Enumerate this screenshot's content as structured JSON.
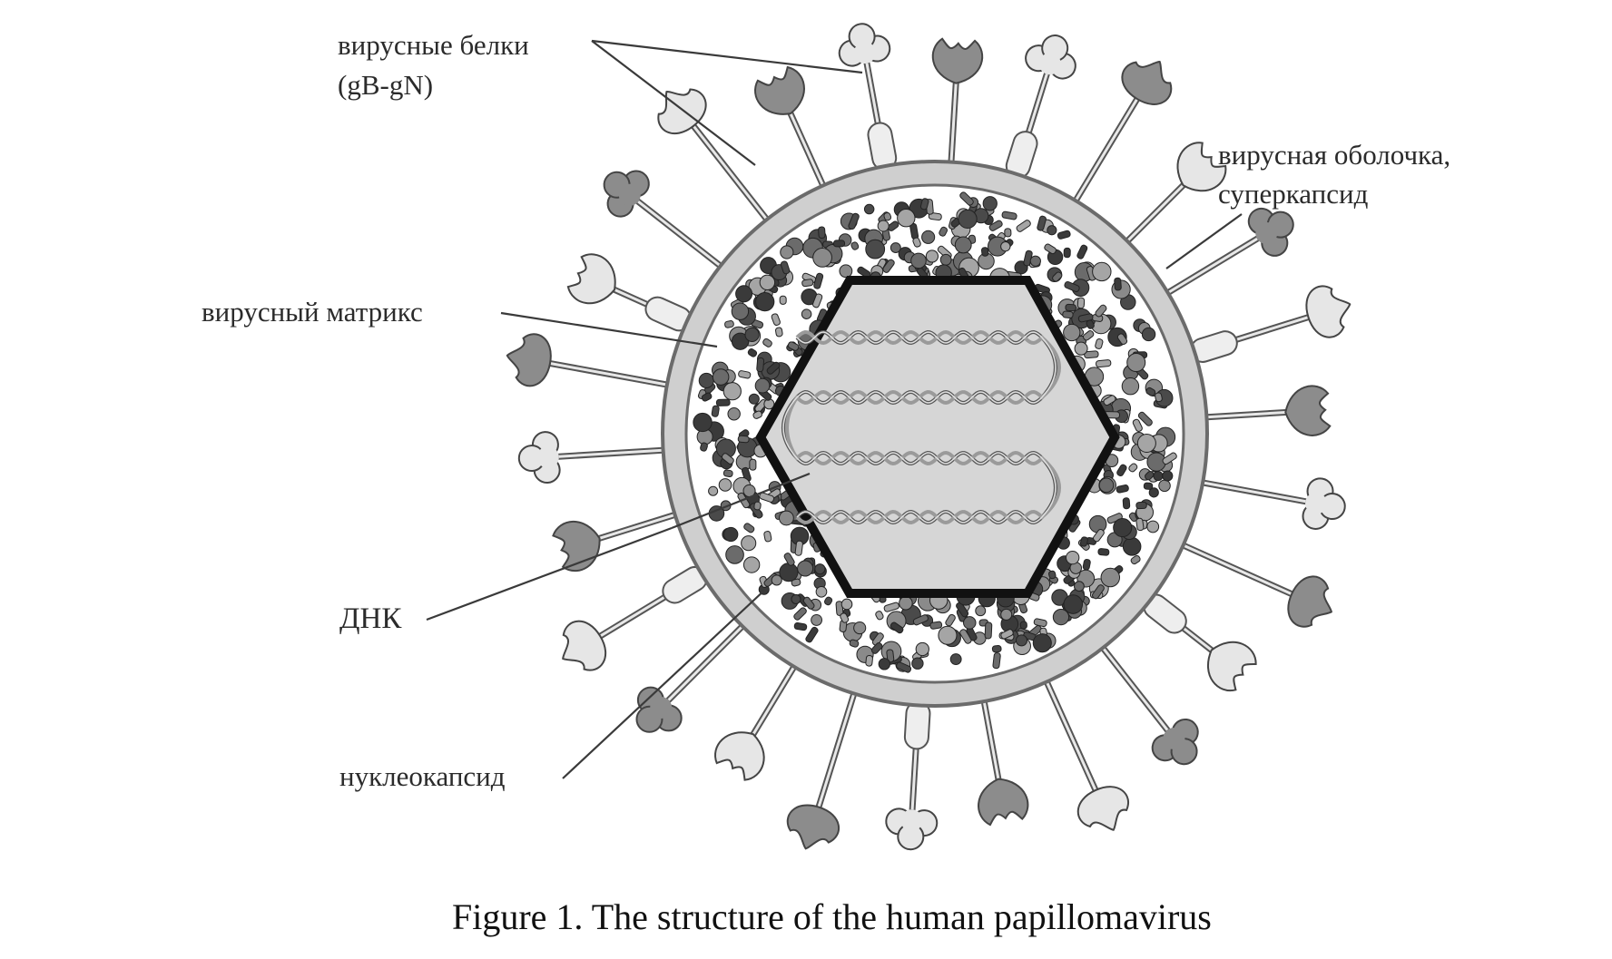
{
  "labels": {
    "proteins_line1": "вирусные белки",
    "proteins_line2": "(gB-gN)",
    "envelope_line1": "вирусная оболочка,",
    "envelope_line2": "суперкапсид",
    "matrix": "вирусный матрикс",
    "dna": "ДНК",
    "nucleocapsid": "нуклеокапсид"
  },
  "caption": "Figure 1. The structure of the human papillomavirus",
  "colors": {
    "envelope": "#cfcfcf",
    "envelope_edge": "#6b6b6b",
    "capsid_edge": "#111111",
    "capsid_fill": "#d6d6d6",
    "spike_dark": "#8c8c8c",
    "spike_light": "#e6e6e6",
    "matrix_particles": "#5f5f5f"
  }
}
